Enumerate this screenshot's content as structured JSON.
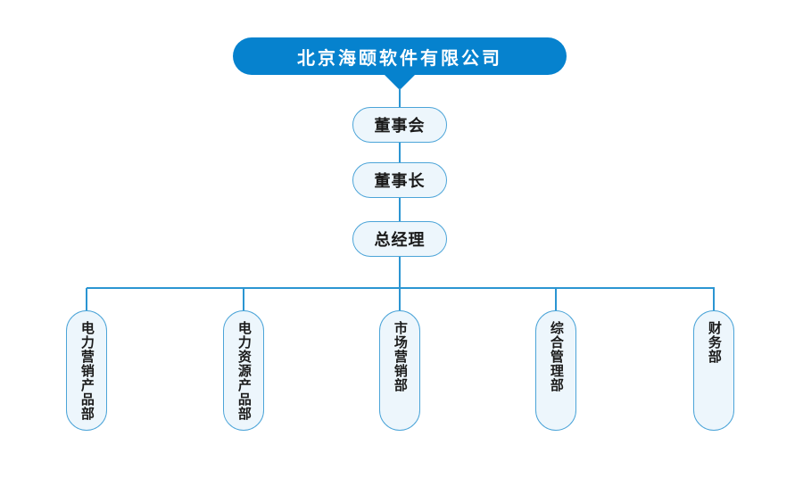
{
  "company": {
    "name": "北京海颐软件有限公司"
  },
  "hierarchy": [
    {
      "label": "董事会"
    },
    {
      "label": "董事长"
    },
    {
      "label": "总经理"
    }
  ],
  "departments": [
    {
      "label": "电力营销产品部"
    },
    {
      "label": "电力资源产品部"
    },
    {
      "label": "市场营销部"
    },
    {
      "label": "综合管理部"
    },
    {
      "label": "财务部"
    }
  ],
  "colors": {
    "brand": "#0682ce",
    "line": "#2b95d2",
    "node_border": "#4ba4d8",
    "node_fill": "#edf6fc",
    "text": "#1a1a1a"
  }
}
